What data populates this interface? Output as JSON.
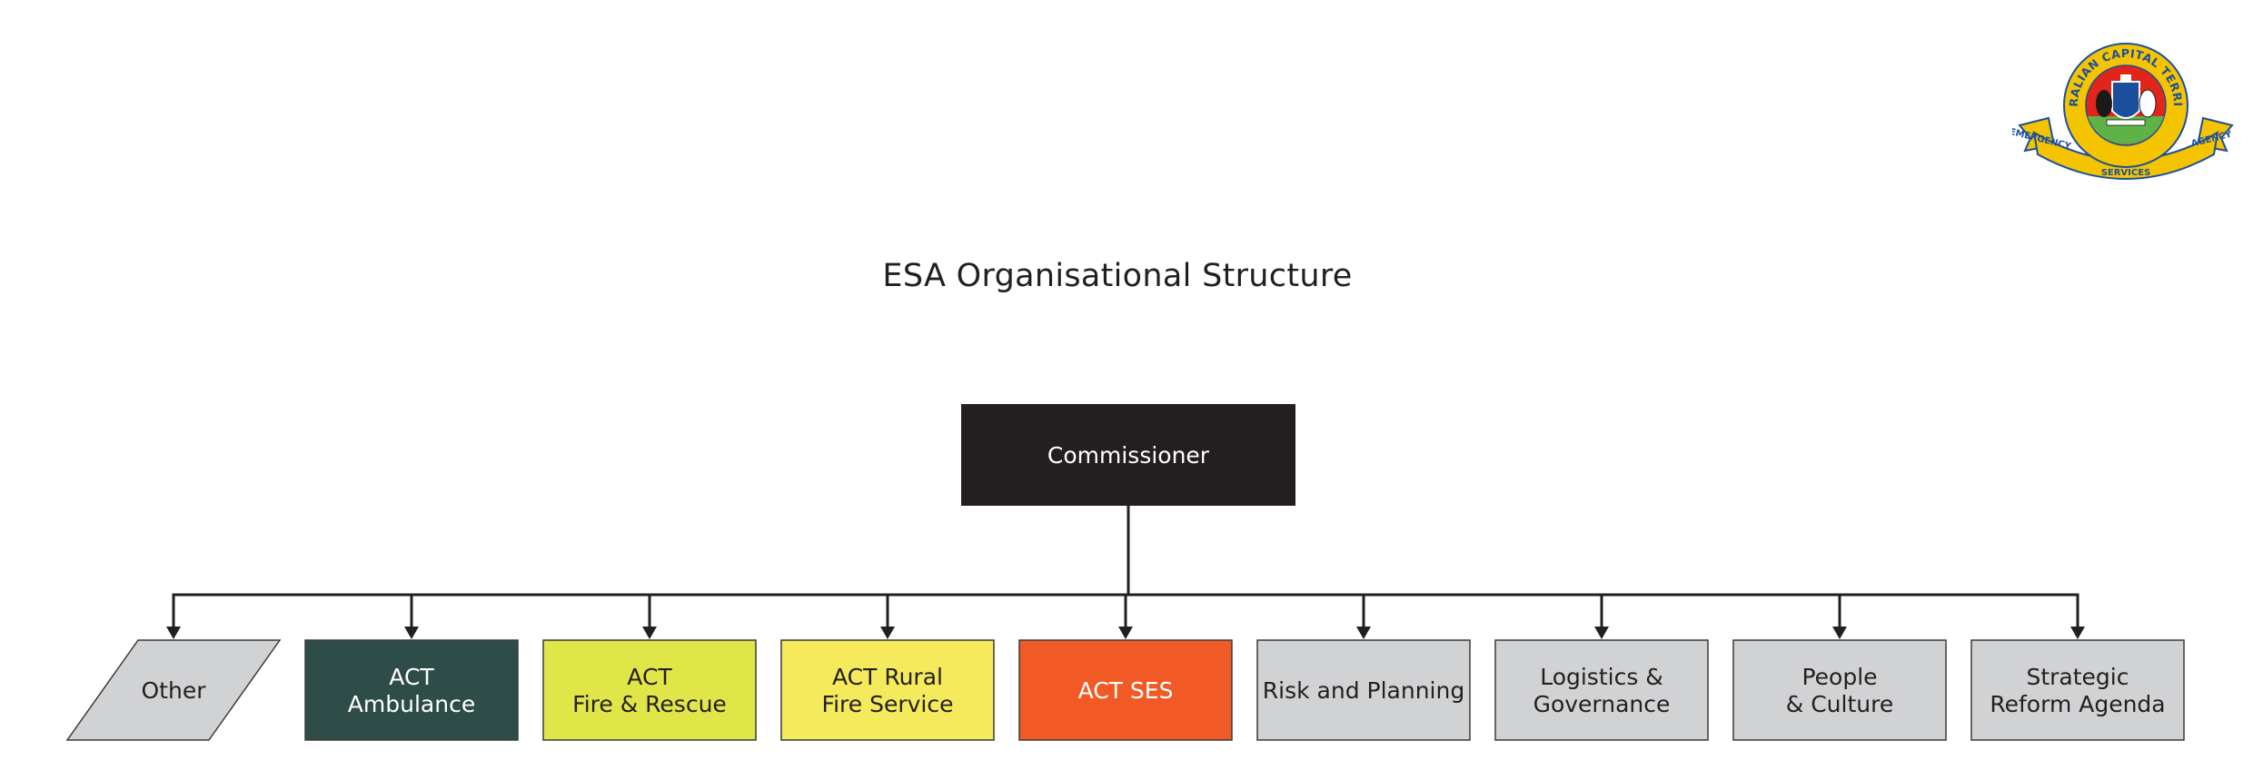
{
  "title": "ESA Organisational Structure",
  "root": {
    "label": "Commissioner",
    "fill": "#231f20",
    "text_color": "#ffffff"
  },
  "children": [
    {
      "id": "other",
      "lines": [
        "Other"
      ],
      "fill": "#d1d2d4",
      "text_color": "#231f20",
      "shape": "parallelogram"
    },
    {
      "id": "act-ambulance",
      "lines": [
        "ACT",
        "Ambulance"
      ],
      "fill": "#2e4d48",
      "text_color": "#ffffff",
      "shape": "rect"
    },
    {
      "id": "act-fire-rescue",
      "lines": [
        "ACT",
        "Fire & Rescue"
      ],
      "fill": "#e0e548",
      "text_color": "#231f20",
      "shape": "rect"
    },
    {
      "id": "act-rural-fire-service",
      "lines": [
        "ACT Rural",
        "Fire Service"
      ],
      "fill": "#f4ea5b",
      "text_color": "#231f20",
      "shape": "rect"
    },
    {
      "id": "act-ses",
      "lines": [
        "ACT SES"
      ],
      "fill": "#f15a24",
      "text_color": "#ffffff",
      "shape": "rect"
    },
    {
      "id": "risk-and-planning",
      "lines": [
        "Risk and Planning"
      ],
      "fill": "#d1d2d4",
      "text_color": "#231f20",
      "shape": "rect"
    },
    {
      "id": "logistics-governance",
      "lines": [
        "Logistics &",
        "Governance"
      ],
      "fill": "#d1d2d4",
      "text_color": "#231f20",
      "shape": "rect"
    },
    {
      "id": "people-culture",
      "lines": [
        "People",
        "& Culture"
      ],
      "fill": "#d1d2d4",
      "text_color": "#231f20",
      "shape": "rect"
    },
    {
      "id": "strategic-reform-agenda",
      "lines": [
        "Strategic",
        "Reform Agenda"
      ],
      "fill": "#d1d2d4",
      "text_color": "#231f20",
      "shape": "rect"
    }
  ],
  "logo": {
    "ring_text": "AUSTRALIAN CAPITAL TERRITORY",
    "banner_left": "EMERGENCY",
    "banner_center": "SERVICES",
    "banner_right": "AGENCY",
    "gold": "#f5c400",
    "red": "#e1251b",
    "blue": "#1b4f9c"
  },
  "colors": {
    "line": "#231f20",
    "box_border": "#3a3a3a"
  }
}
